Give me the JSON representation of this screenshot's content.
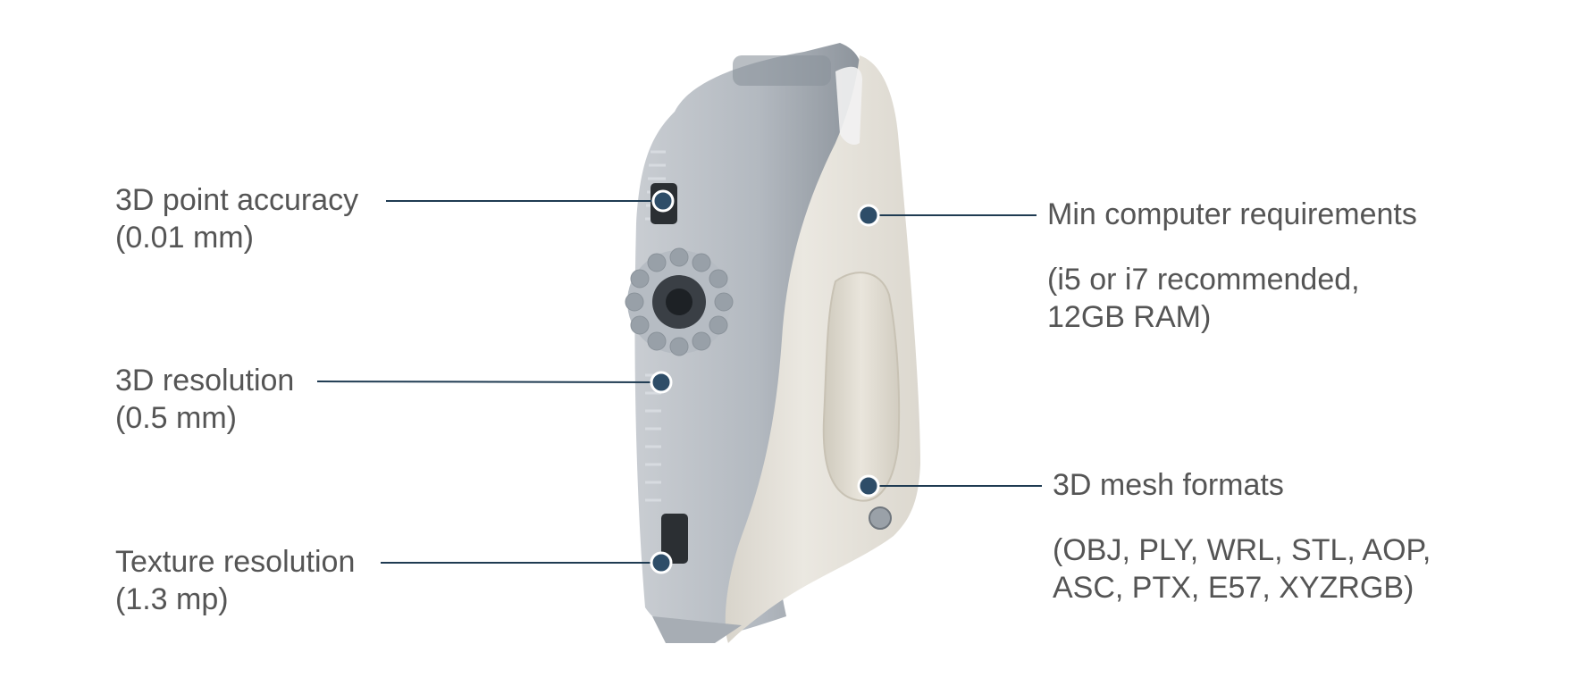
{
  "colors": {
    "text": "#555555",
    "leader_line": "#1f3b52",
    "marker": "#2e4d68",
    "scanner_white": "#e6e3dc",
    "scanner_gray": "#a9b0b8"
  },
  "callouts": {
    "accuracy": {
      "title": "3D point accuracy",
      "value": "(0.01 mm)"
    },
    "resolution": {
      "title": "3D resolution",
      "value": "(0.5 mm)"
    },
    "texture": {
      "title": "Texture resolution",
      "value": "(1.3 mp)"
    },
    "requirements": {
      "title": "Min computer requirements",
      "line1": "(i5 or i7 recommended,",
      "line2": "12GB RAM)"
    },
    "formats": {
      "title": "3D mesh formats",
      "line1": "(OBJ, PLY, WRL, STL, AOP,",
      "line2": "ASC, PTX, E57, XYZRGB)"
    }
  }
}
